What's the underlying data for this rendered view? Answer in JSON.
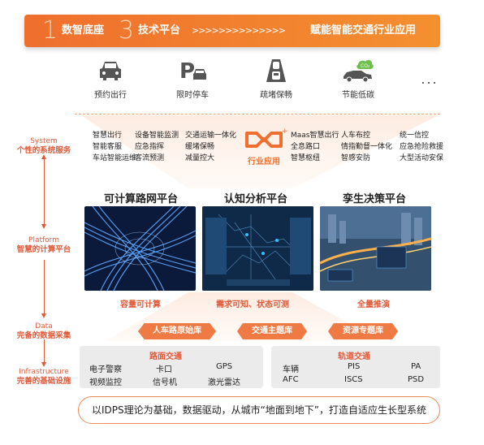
{
  "banner": {
    "num1": "1",
    "text1": "数智底座",
    "num2": "3",
    "text2": "技术平台",
    "arrows": ">>>>>>>>>>>>>>",
    "text3": "赋能智能交通行业应用"
  },
  "apps": [
    {
      "icon": "car-icon",
      "label": "预约出行"
    },
    {
      "icon": "parking-icon",
      "label": "限时停车"
    },
    {
      "icon": "road-icon",
      "label": "疏堵保畅"
    },
    {
      "icon": "eco-car-icon",
      "label": "节能低碳"
    },
    {
      "icon": "more-icon",
      "label": "..."
    }
  ],
  "layers": {
    "system": {
      "en": "System",
      "zh": "个性的系统服务"
    },
    "platform": {
      "en": "Platform",
      "zh": "智慧的计算平台"
    },
    "data": {
      "en": "Data",
      "zh": "完备的数据采集"
    },
    "infrastructure": {
      "en": "Infrastructure",
      "zh": "完善的基础设施"
    }
  },
  "systems": {
    "col1": [
      "智慧出行",
      "智能客服",
      "车站智能运维"
    ],
    "col2": [
      "设备智能监测",
      "应急指挥",
      "客流预测"
    ],
    "col3": [
      "交通运输一体化",
      "缓堵保畅",
      "减量控大"
    ],
    "center": "行业应用",
    "col4": [
      "Maas智慧出行",
      "全息路口",
      "智慧枢纽"
    ],
    "col5": [
      "人车布控",
      "情指勤督一体化",
      "智感安防"
    ],
    "col6": [
      "统一信控",
      "应急抢险救援",
      "大型活动安保"
    ]
  },
  "platforms": [
    {
      "title": "可计算路网平台",
      "caption": "容量可计算"
    },
    {
      "title": "认知分析平台",
      "caption": "需求可知、状态可测"
    },
    {
      "title": "孪生决策平台",
      "caption": "全量推演"
    }
  ],
  "dataTags": [
    "人车路原始库",
    "交通主题库",
    "资源专题库"
  ],
  "infra": {
    "road": {
      "title": "路面交通",
      "items": [
        "电子警察",
        "卡口",
        "GPS",
        "视频监控",
        "信号机",
        "激光雷达"
      ]
    },
    "rail": {
      "title": "轨道交通",
      "items": [
        "车辆",
        "PIS",
        "PA",
        "AFC",
        "ISCS",
        "PSD"
      ]
    }
  },
  "bottom": "以IDPS理论为基础，数据驱动，从城市“地面到地下”，打造自适应生长型系统",
  "colors": {
    "accent": "#ef6f2e",
    "accentLight": "#f4902f",
    "label": "#e05a3a"
  }
}
